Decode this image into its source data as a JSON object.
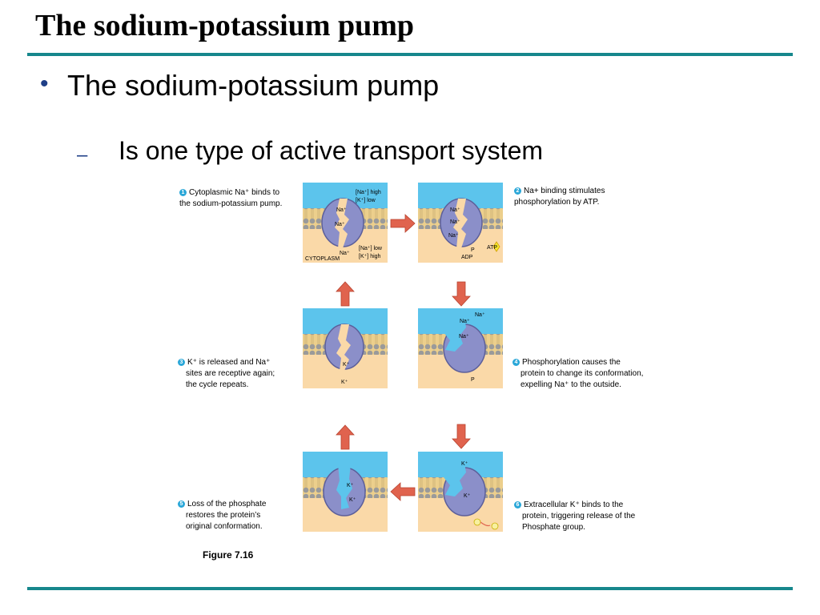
{
  "slide": {
    "title": "The sodium-potassium pump",
    "bullet": "The sodium-potassium pump",
    "sub_bullet": "Is one type of active transport system",
    "figure_label": "Figure 7.16"
  },
  "colors": {
    "accent_rule": "#16878c",
    "bullet": "#1f3f87",
    "extracellular": "#5cc4ec",
    "cytoplasm": "#fad9a8",
    "protein": "#8b8fc9",
    "arrow": "#e0634e",
    "step_number": "#2aa7d8"
  },
  "steps": [
    {
      "number": "1",
      "caption_lines": [
        "Cytoplasmic Na⁺ binds to",
        "the sodium-potassium pump."
      ]
    },
    {
      "number": "2",
      "caption_lines": [
        "Na+ binding stimulates",
        "phosphorylation by ATP."
      ]
    },
    {
      "number": "3",
      "caption_lines": [
        "K⁺ is released and Na⁺",
        "sites are receptive again;",
        "the cycle repeats."
      ]
    },
    {
      "number": "4",
      "caption_lines": [
        "Phosphorylation causes the",
        "protein to change its conformation,",
        "expelling Na⁺ to the outside."
      ]
    },
    {
      "number": "5",
      "caption_lines": [
        "Loss of the phosphate",
        "restores the protein’s",
        "original conformation."
      ]
    },
    {
      "number": "6",
      "caption_lines": [
        "Extracellular K⁺ binds to the",
        "protein, triggering release of the",
        "Phosphate group."
      ]
    }
  ],
  "panel_labels": {
    "na_high": "[Na⁺] high",
    "k_low": "[K⁺] low",
    "na_low": "[Na⁺] low",
    "k_high": "[K⁺] high",
    "cytoplasm": "CYTOPLASM",
    "na_ion": "Na⁺",
    "k_ion": "K⁺",
    "atp": "ATP",
    "adp": "ADP",
    "phosphate": "P"
  }
}
